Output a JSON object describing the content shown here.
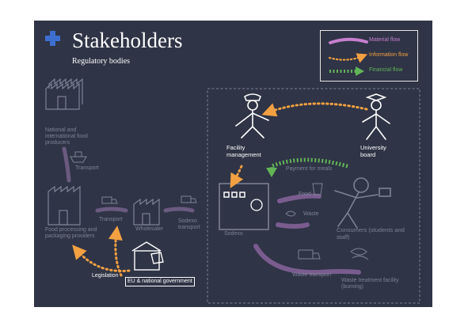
{
  "header": {
    "title": "Stakeholders",
    "subtitle": "Regulatory bodies"
  },
  "legend": {
    "material": "Material flow",
    "information": "Information flow",
    "financial": "Financial flow"
  },
  "nodes": {
    "national_producers": "National and international food producers",
    "transport_1": "Transport",
    "processing": "Food processing and packaging providers",
    "transport_2": "Transport",
    "wholesaler": "Wholesaler",
    "sodexo_transport": "Sodexo transport",
    "sodexo": "Sodexo",
    "facility_management": "Facility management",
    "university_board": "University board",
    "payment": "Payment for meals",
    "food": "Food",
    "waste": "Waste",
    "consumers": "Consumers (students and staff)",
    "waste_transport": "Waste transport",
    "waste_facility": "Waste treatment facility (burning)",
    "legislation": "Legislation",
    "government": "EU & national government"
  },
  "colors": {
    "background": "#2f3446",
    "material": "#7a5c8f",
    "material_legend": "#c77fcf",
    "information": "#f2a041",
    "financial": "#62b556",
    "highlight": "#ffffff",
    "dim": "#7d8295"
  }
}
